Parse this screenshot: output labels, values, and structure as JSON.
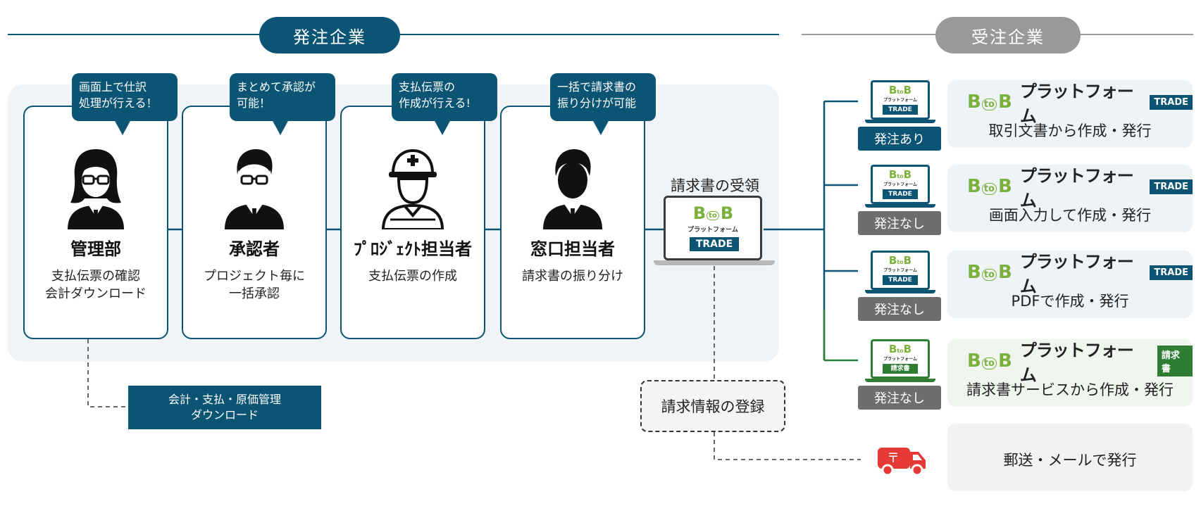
{
  "header": {
    "ordering_company": "発注企業",
    "receiving_company": "受注企業"
  },
  "cards": [
    {
      "bubble": "画面上で仕訳\n処理が行える！",
      "title": "管理部",
      "desc": "支払伝票の確認\n会計ダウンロード",
      "icon": "woman-with-glasses-icon"
    },
    {
      "bubble": "まとめて承認が\n可能！",
      "title": "承認者",
      "desc": "プロジェクト毎に\n一括承認",
      "icon": "man-with-glasses-icon"
    },
    {
      "bubble": "支払伝票の\n作成が行える!",
      "title": "ﾌﾟﾛｼﾞｪｸﾄ担当者",
      "desc": "支払伝票の作成",
      "icon": "construction-worker-icon"
    },
    {
      "bubble": "一括で請求書の\n振り分けが可能",
      "title": "窓口担当者",
      "desc": "請求書の振り分け",
      "icon": "businessman-icon"
    }
  ],
  "download_box": "会計・支払・原価管理\nダウンロード",
  "center": {
    "receive_label": "請求書の受領",
    "laptop_logo": "BtoB",
    "laptop_sub": "プラットフォーム",
    "laptop_tag": "TRADE",
    "register_label": "請求情報の登録"
  },
  "suppliers": [
    {
      "status": "発注あり",
      "laptop_tag": "TRADE",
      "platform": "プラットフォーム",
      "tag": "TRADE",
      "caption": "取引文書から作成・発行"
    },
    {
      "status": "発注なし",
      "laptop_tag": "TRADE",
      "platform": "プラットフォーム",
      "tag": "TRADE",
      "caption": "画面入力して作成・発行"
    },
    {
      "status": "発注なし",
      "laptop_tag": "TRADE",
      "platform": "プラットフォーム",
      "tag": "TRADE",
      "caption": "PDFで作成・発行"
    },
    {
      "status": "発注なし",
      "laptop_tag": "請求書",
      "platform": "プラットフォーム",
      "tag": "請求書",
      "caption": "請求書サービスから作成・発行"
    }
  ],
  "mail": {
    "caption": "郵送・メールで発行",
    "icon": "delivery-truck-icon"
  },
  "colors": {
    "navy": "#0b5474",
    "gray_pill": "#999999",
    "green": "#2e7d32",
    "lime": "#7ab13c",
    "truck": "#e53935"
  }
}
